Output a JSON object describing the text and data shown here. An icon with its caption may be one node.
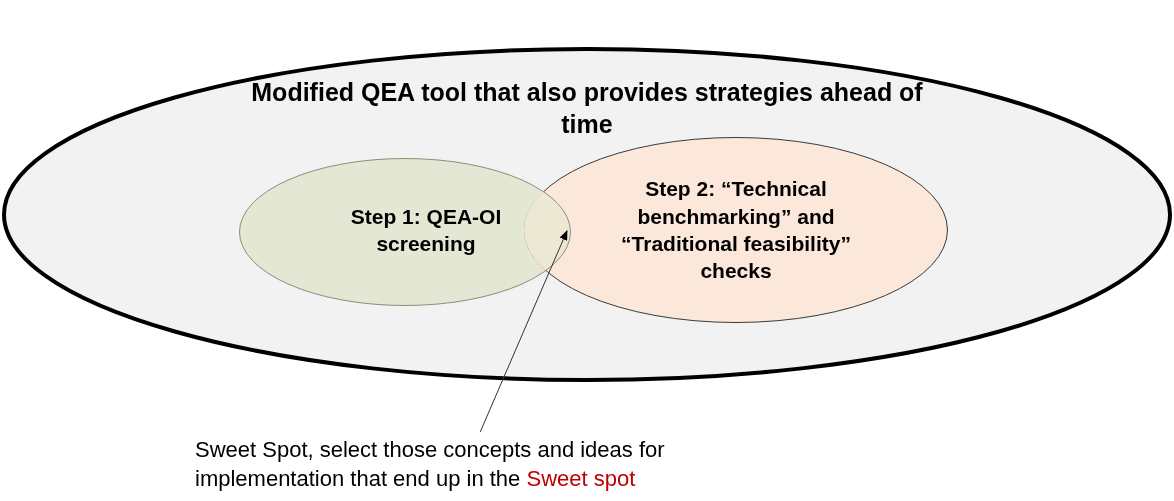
{
  "diagram": {
    "nodes": [
      {
        "text": [
          "Modified QEA tool that also provides strategies ahead of time"
        ]
      },
      {
        "text": [
          "Step 1: QEA-OI screening"
        ],
        "in": 0
      },
      {
        "text": [
          "Step 2: “Technical benchmarking” and “Traditional feasibility” checks"
        ],
        "in": 0
      },
      {
        "text": [
          "Sweet Spot, select those concepts and ideas for implementation that end up in the",
          "Sweet spot"
        ]
      },
      {
        "text": [],
        "shape": "lens",
        "in": 0
      }
    ],
    "edges": [
      {
        "from": 3,
        "to": 4,
        "arrow": "to"
      }
    ]
  }
}
